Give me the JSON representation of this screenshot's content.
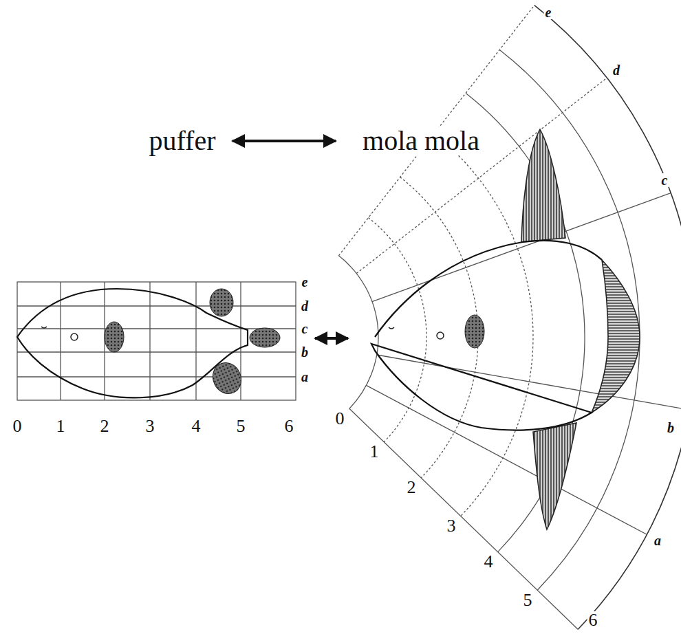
{
  "diagram": {
    "labels": [
      "puffer",
      "mola mola",
      "e",
      "d",
      "c",
      "b",
      "a",
      "0",
      "1",
      "2",
      "3",
      "4",
      "5",
      "6",
      "e",
      "d",
      "c",
      "b",
      "a",
      "0",
      "1",
      "2",
      "3",
      "4",
      "5",
      "6"
    ]
  }
}
